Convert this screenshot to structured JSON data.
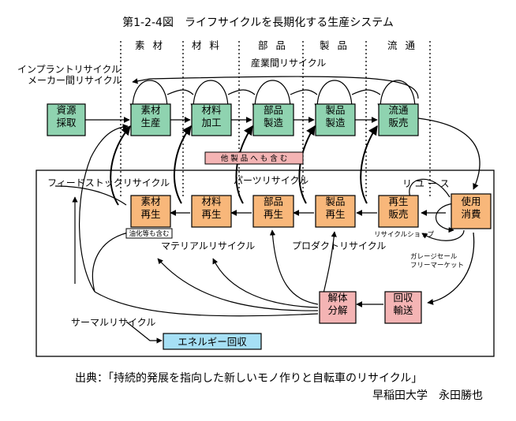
{
  "title": "第1-2-4図　ライフサイクルを長期化する生産システム",
  "stages": [
    "素 材",
    "材 料",
    "部 品",
    "製 品",
    "流 通"
  ],
  "flows": {
    "inplant": "インプラントリサイクル",
    "maker": "メーカー間リサイクル",
    "industry": "産業間リサイクル",
    "other_products": "他 製 品 へ も 含 む",
    "feedstock": "フィードストックリサイクル",
    "parts": "パーツリサイクル",
    "reuse": "リ ユ ー ス",
    "material": "マテリアルリサイクル",
    "product": "プロダクトリサイクル",
    "recycle_shop": "リサイクルショップ",
    "garage_sale": "ガレージセール",
    "flea_market": "フリーマーケット",
    "thermal": "サーマルリサイクル",
    "energy": "エネルギー回収",
    "oil": "油化等も含む"
  },
  "boxes": {
    "resource": [
      "資源",
      "採取"
    ],
    "sozai_seisan": [
      "素材",
      "生産"
    ],
    "zairyo_kako": [
      "材料",
      "加工"
    ],
    "buhin_seizo": [
      "部品",
      "製造"
    ],
    "seihin_seizo": [
      "製品",
      "製造"
    ],
    "ryutsu_hanbai": [
      "流通",
      "販売"
    ],
    "sozai_saisei": [
      "素材",
      "再生"
    ],
    "zairyo_saisei": [
      "材料",
      "再生"
    ],
    "buhin_saisei": [
      "部品",
      "再生"
    ],
    "seihin_saisei": [
      "製品",
      "再生"
    ],
    "saisei_hanbai": [
      "再生",
      "販売"
    ],
    "shiyo_shohi": [
      "使用",
      "消費"
    ],
    "kaitai_bunkai": [
      "解体",
      "分解"
    ],
    "kaishu_yuso": [
      "回収",
      "輸送"
    ]
  },
  "source": {
    "line1": "出典：「持続的発展を指向した新しいモノ作りと自転車のリサイクル」",
    "line2": "早稲田大学　永田勝也"
  },
  "colors": {
    "green": "#8fd3b0",
    "orange": "#f8b77a",
    "pink": "#f4b4b4",
    "blue": "#a6e0f5"
  }
}
